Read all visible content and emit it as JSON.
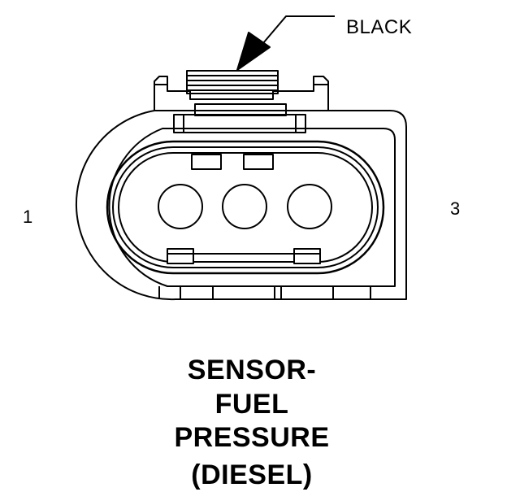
{
  "wire_color_label": "BLACK",
  "pin_labels": {
    "left": "1",
    "right": "3"
  },
  "title_lines": [
    "SENSOR-",
    "FUEL",
    "PRESSURE",
    "(DIESEL)"
  ],
  "cavities": 3
}
